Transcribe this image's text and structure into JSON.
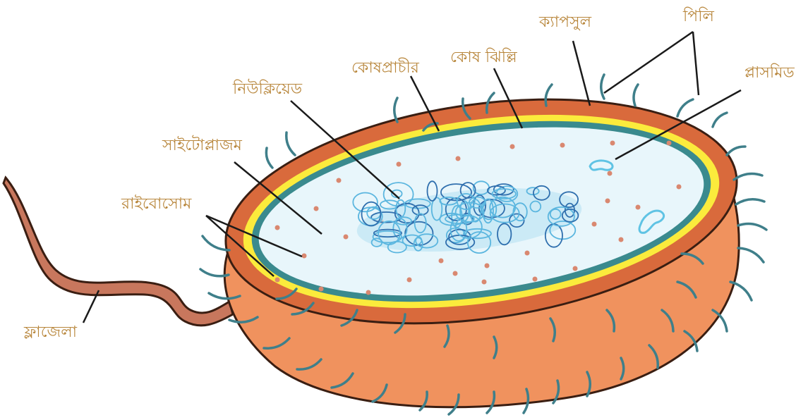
{
  "colors": {
    "label": "#b8863b",
    "leader": "#1a1a1a",
    "outline": "#3a1e12",
    "capsule_body": "#f0925e",
    "capsule_rim": "#d96a3c",
    "wall": "#fbeb3c",
    "membrane": "#3a8a8e",
    "cytoplasm": "#e8f6fb",
    "ribosome": "#d98870",
    "pili": "#3f7f8a",
    "nucleoid": "#5bb6df",
    "nucleoid_dark": "#2f6fae",
    "plasmid": "#5fc3e4",
    "flagellum": "#c8775d"
  },
  "labels": {
    "capsule": "ক্যাপসুল",
    "pili": "পিলি",
    "cell_membrane": "কোষ ঝিল্লি",
    "cell_wall": "কোষপ্রাচীর",
    "plasmid": "প্লাসমিড",
    "nucleoid": "নিউক্লিয়েড",
    "cytoplasm": "সাইটোপ্লাজম",
    "ribosome": "রাইবোসোম",
    "flagellum": "ফ্লাজেলা"
  },
  "icons": {
    "structure": "prokaryotic-cell-icon"
  }
}
